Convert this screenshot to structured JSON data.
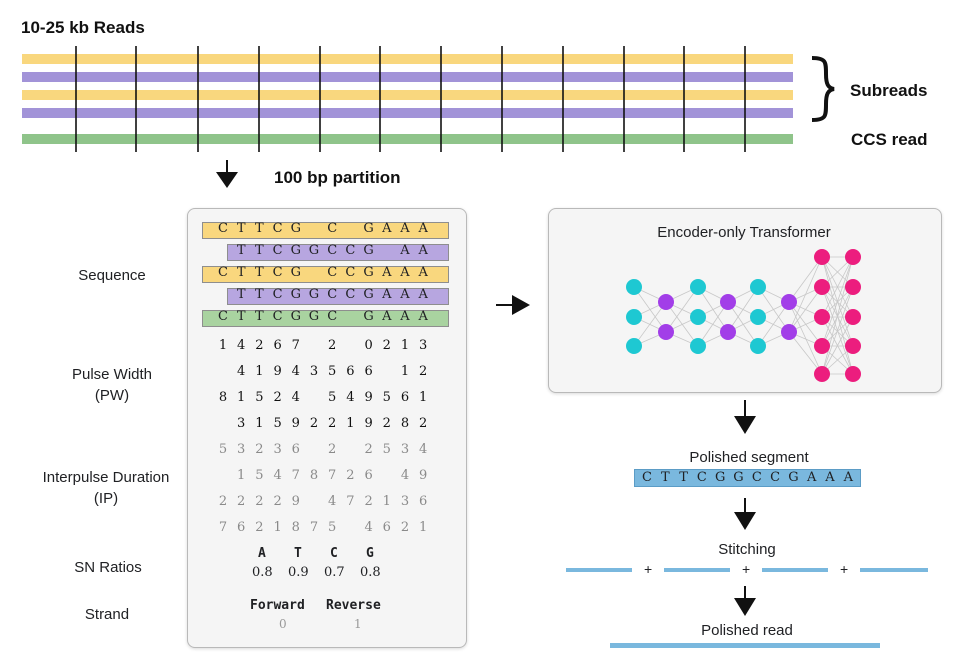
{
  "reads_title": "10-25 kb Reads",
  "subreads_label": "Subreads",
  "ccs_label": "CCS read",
  "partition_label": "100 bp partition",
  "left_labels": {
    "sequence": "Sequence",
    "pulse_width": "Pulse Width\n(PW)",
    "interpulse": "Interpulse Duration\n(IP)",
    "sn_ratios": "SN Ratios",
    "strand": "Strand"
  },
  "sequence_rows": [
    {
      "color": "#f9d77e",
      "chars": [
        "C",
        "T",
        "T",
        "C",
        "G",
        "",
        "C",
        "",
        "G",
        "A",
        "A",
        "A"
      ]
    },
    {
      "color": "#b7a6e0",
      "chars": [
        "",
        "T",
        "T",
        "C",
        "G",
        "G",
        "C",
        "C",
        "G",
        "",
        "A",
        "A"
      ]
    },
    {
      "color": "#f9d77e",
      "chars": [
        "C",
        "T",
        "T",
        "C",
        "G",
        "",
        "C",
        "C",
        "G",
        "A",
        "A",
        "A"
      ]
    },
    {
      "color": "#b7a6e0",
      "chars": [
        "",
        "T",
        "T",
        "C",
        "G",
        "G",
        "C",
        "C",
        "G",
        "A",
        "A",
        "A"
      ]
    },
    {
      "color": "#a9d3a0",
      "chars": [
        "C",
        "T",
        "T",
        "C",
        "G",
        "G",
        "C",
        "",
        "G",
        "A",
        "A",
        "A"
      ]
    }
  ],
  "pw_rows": [
    [
      "1",
      "4",
      "2",
      "6",
      "7",
      "",
      "2",
      "",
      "0",
      "2",
      "1",
      "3"
    ],
    [
      "",
      "4",
      "1",
      "9",
      "4",
      "3",
      "5",
      "6",
      "6",
      "",
      "1",
      "2"
    ],
    [
      "8",
      "1",
      "5",
      "2",
      "4",
      "",
      "5",
      "4",
      "9",
      "5",
      "6",
      "1"
    ],
    [
      "",
      "3",
      "1",
      "5",
      "9",
      "2",
      "2",
      "1",
      "9",
      "2",
      "8",
      "2"
    ]
  ],
  "ip_rows": [
    [
      "5",
      "3",
      "2",
      "3",
      "6",
      "",
      "2",
      "",
      "2",
      "5",
      "3",
      "4"
    ],
    [
      "",
      "1",
      "5",
      "4",
      "7",
      "8",
      "7",
      "2",
      "6",
      "",
      "4",
      "9"
    ],
    [
      "2",
      "2",
      "2",
      "2",
      "9",
      "",
      "4",
      "7",
      "2",
      "1",
      "3",
      "6"
    ],
    [
      "7",
      "6",
      "2",
      "1",
      "8",
      "7",
      "5",
      "",
      "4",
      "6",
      "2",
      "1"
    ]
  ],
  "sn": {
    "headers": [
      "A",
      "T",
      "C",
      "G"
    ],
    "values": [
      "0.8",
      "0.9",
      "0.7",
      "0.8"
    ]
  },
  "strand": {
    "headers": [
      "Forward",
      "Reverse"
    ],
    "values": [
      "0",
      "1"
    ]
  },
  "transformer_title": "Encoder-only Transformer",
  "polished_segment_label": "Polished segment",
  "polished_segment_chars": [
    "C",
    "T",
    "T",
    "C",
    "G",
    "G",
    "C",
    "C",
    "G",
    "A",
    "A",
    "A"
  ],
  "stitching_label": "Stitching",
  "plus_signs": [
    "+",
    "+",
    "+"
  ],
  "polished_read_label": "Polished read",
  "colors": {
    "yellow": "#f9d77e",
    "purple": "#a293d8",
    "green": "#8fc48a",
    "cyan": "#1ec8d2",
    "violet": "#a23ee8",
    "pink": "#ec1d7e",
    "polished_blue": "#7ab8de"
  }
}
